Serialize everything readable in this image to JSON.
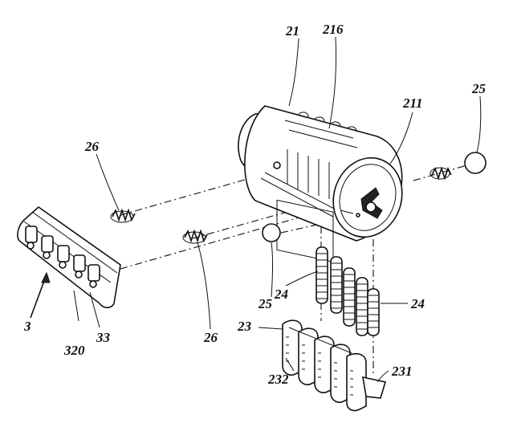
{
  "labels": {
    "n21": "21",
    "n216": "216",
    "n211": "211",
    "n25_right": "25",
    "n25_left": "25",
    "n26_top": "26",
    "n26_bottom": "26",
    "n24_left": "24",
    "n24_right": "24",
    "n23": "23",
    "n232": "232",
    "n231": "231",
    "n3": "3",
    "n320": "320",
    "n33": "33"
  },
  "colors": {
    "ink": "#111111",
    "paper": "#ffffff"
  }
}
